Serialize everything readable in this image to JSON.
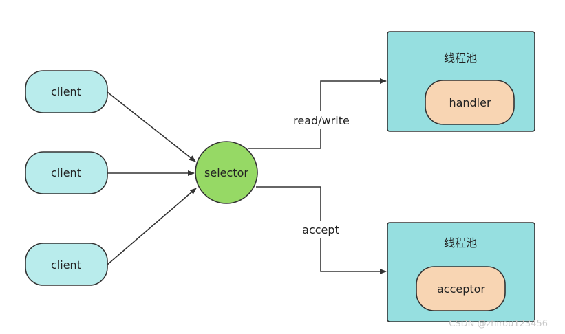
{
  "nodes": {
    "client_1": "client",
    "client_2": "client",
    "client_3": "client",
    "selector": "selector",
    "pool_top_title": "线程池",
    "handler": "handler",
    "pool_bottom_title": "线程池",
    "acceptor": "acceptor"
  },
  "edges": {
    "read_write": "read/write",
    "accept": "accept"
  },
  "watermark": "CSDN @zhirou123456",
  "colors": {
    "client_fill": "#b9ecec",
    "selector_fill": "#96d965",
    "pool_fill": "#96dfe0",
    "inner_fill": "#f8d5b3",
    "stroke": "#333333"
  }
}
